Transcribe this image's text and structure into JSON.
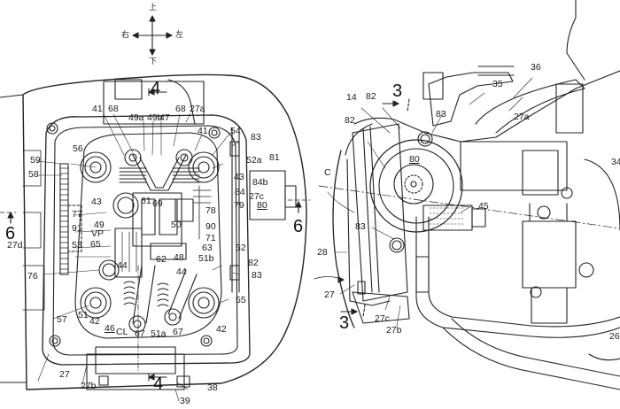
{
  "figure": {
    "orientation_compass": {
      "up": "上",
      "down": "下",
      "right": "右",
      "left": "左"
    },
    "left_view": {
      "section_marks": [
        {
          "id": "top",
          "label": "4"
        },
        {
          "id": "bottom",
          "label": "4"
        },
        {
          "id": "left",
          "label": "6"
        },
        {
          "id": "right",
          "label": "6"
        }
      ],
      "labels": [
        {
          "id": "l41a",
          "text": "41"
        },
        {
          "id": "l68a",
          "text": "68"
        },
        {
          "id": "l68b",
          "text": "68"
        },
        {
          "id": "l27a",
          "text": "27a"
        },
        {
          "id": "l49a",
          "text": "49a"
        },
        {
          "id": "l49b",
          "text": "49b"
        },
        {
          "id": "l47",
          "text": "47"
        },
        {
          "id": "l41b",
          "text": "41"
        },
        {
          "id": "l54",
          "text": "54"
        },
        {
          "id": "l83a",
          "text": "83"
        },
        {
          "id": "l56",
          "text": "56"
        },
        {
          "id": "l52a",
          "text": "52a"
        },
        {
          "id": "l81",
          "text": "81"
        },
        {
          "id": "l59",
          "text": "59"
        },
        {
          "id": "l58",
          "text": "58"
        },
        {
          "id": "l43a",
          "text": "43"
        },
        {
          "id": "l84b",
          "text": "84b"
        },
        {
          "id": "l84",
          "text": "84"
        },
        {
          "id": "l27c",
          "text": "27c"
        },
        {
          "id": "l79",
          "text": "79"
        },
        {
          "id": "l80",
          "text": "80",
          "underline": true
        },
        {
          "id": "l43b",
          "text": "43"
        },
        {
          "id": "l61",
          "text": "61"
        },
        {
          "id": "l69",
          "text": "69"
        },
        {
          "id": "l78",
          "text": "78"
        },
        {
          "id": "l77",
          "text": "77"
        },
        {
          "id": "l49",
          "text": "49"
        },
        {
          "id": "l50",
          "text": "50"
        },
        {
          "id": "l90",
          "text": "90"
        },
        {
          "id": "l91",
          "text": "91"
        },
        {
          "id": "lVP",
          "text": "VP"
        },
        {
          "id": "l71",
          "text": "71"
        },
        {
          "id": "l27d",
          "text": "27d"
        },
        {
          "id": "l53",
          "text": "53"
        },
        {
          "id": "l65",
          "text": "65"
        },
        {
          "id": "l63",
          "text": "63"
        },
        {
          "id": "l62",
          "text": "62"
        },
        {
          "id": "l48",
          "text": "48"
        },
        {
          "id": "l52",
          "text": "52"
        },
        {
          "id": "l51b",
          "text": "51b"
        },
        {
          "id": "l82",
          "text": "82"
        },
        {
          "id": "l76",
          "text": "76"
        },
        {
          "id": "l44a",
          "text": "44"
        },
        {
          "id": "l44b",
          "text": "44"
        },
        {
          "id": "l83b",
          "text": "83"
        },
        {
          "id": "l55",
          "text": "55"
        },
        {
          "id": "l57",
          "text": "57"
        },
        {
          "id": "l51",
          "text": "51"
        },
        {
          "id": "l42a",
          "text": "42"
        },
        {
          "id": "l46",
          "text": "46",
          "underline": true
        },
        {
          "id": "lCL",
          "text": "CL"
        },
        {
          "id": "l67a",
          "text": "67"
        },
        {
          "id": "l51a",
          "text": "51a"
        },
        {
          "id": "l67b",
          "text": "67"
        },
        {
          "id": "l42b",
          "text": "42"
        },
        {
          "id": "l27",
          "text": "27"
        },
        {
          "id": "l27b",
          "text": "27b"
        },
        {
          "id": "l38",
          "text": "38"
        },
        {
          "id": "l39",
          "text": "39"
        }
      ]
    },
    "right_view": {
      "section_marks": [
        {
          "id": "top",
          "label": "3"
        },
        {
          "id": "bottom",
          "label": "3"
        }
      ],
      "labels": [
        {
          "id": "r36",
          "text": "36"
        },
        {
          "id": "r35",
          "text": "35"
        },
        {
          "id": "r14",
          "text": "14"
        },
        {
          "id": "r82a",
          "text": "82"
        },
        {
          "id": "r83a",
          "text": "83"
        },
        {
          "id": "r27a",
          "text": "27a"
        },
        {
          "id": "r82b",
          "text": "82"
        },
        {
          "id": "r80",
          "text": "80",
          "underline": true
        },
        {
          "id": "r34",
          "text": "34"
        },
        {
          "id": "rC",
          "text": "C"
        },
        {
          "id": "r45",
          "text": "45"
        },
        {
          "id": "r83b",
          "text": "83"
        },
        {
          "id": "r28",
          "text": "28"
        },
        {
          "id": "r27",
          "text": "27"
        },
        {
          "id": "r27c",
          "text": "27c"
        },
        {
          "id": "r27b",
          "text": "27b"
        },
        {
          "id": "r26",
          "text": "26"
        }
      ]
    }
  }
}
